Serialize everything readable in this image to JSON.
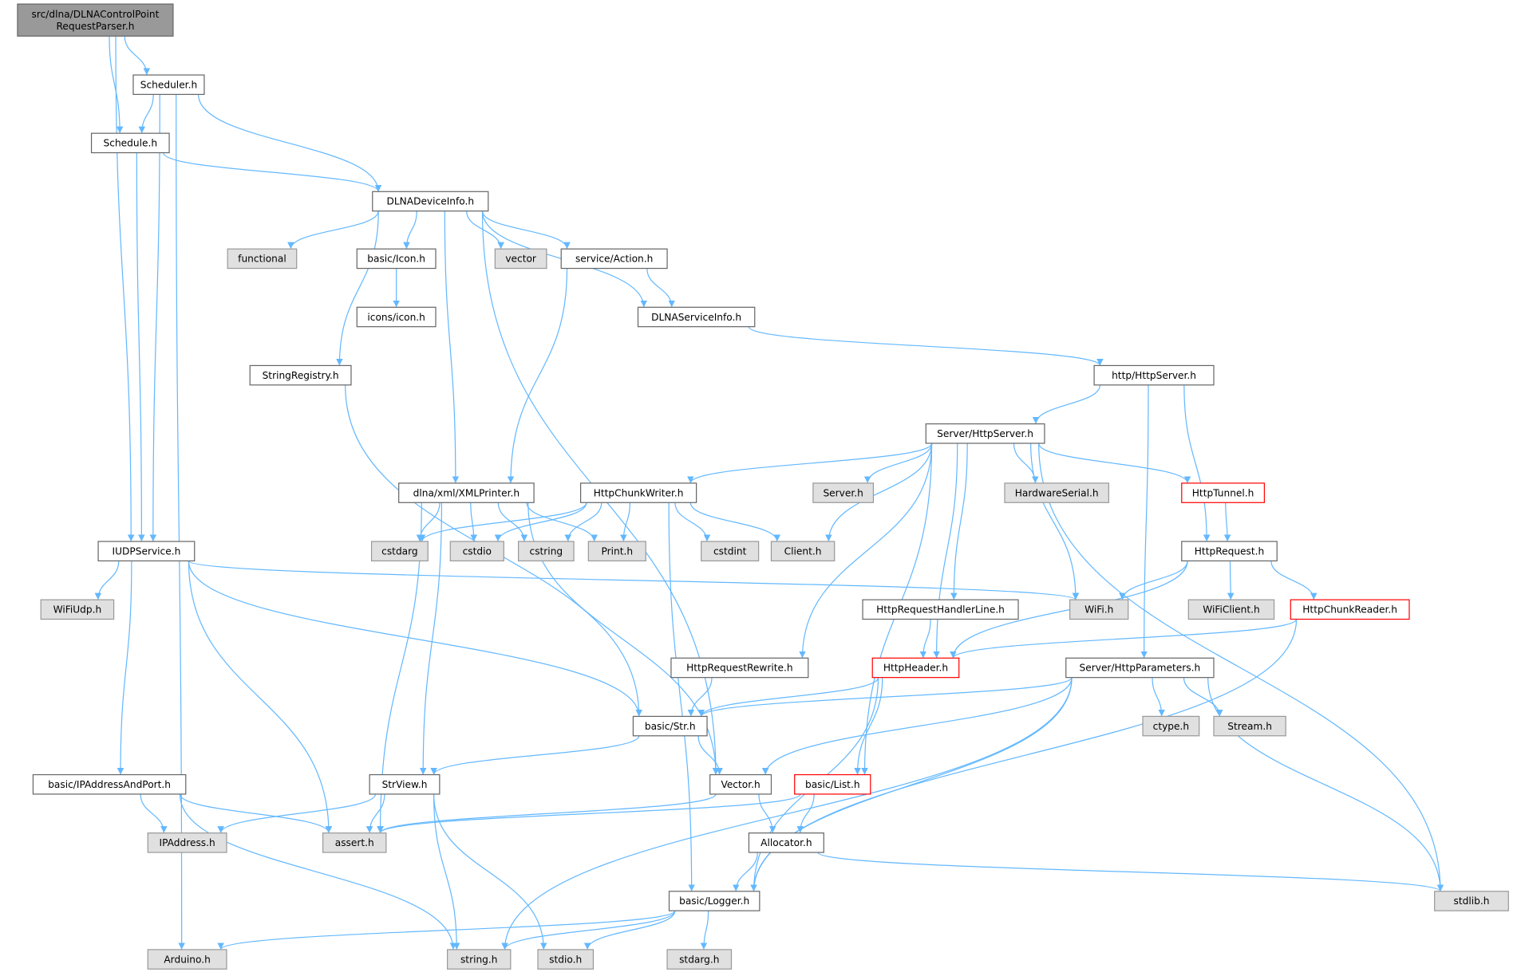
{
  "colors": {
    "edge": "#63b8ff",
    "border": "#666666",
    "external_fill": "#e0e0e0",
    "root_fill": "#999999",
    "incomplete_border": "#ff0000"
  },
  "nodes": [
    {
      "id": "root",
      "lines": [
        "src/dlna/DLNAControlPoint",
        "RequestParser.h"
      ],
      "style": "root"
    },
    {
      "id": "scheduler",
      "lines": [
        "Scheduler.h"
      ],
      "style": "white"
    },
    {
      "id": "schedule",
      "lines": [
        "Schedule.h"
      ],
      "style": "white"
    },
    {
      "id": "dlnadeviceinfo",
      "lines": [
        "DLNADeviceInfo.h"
      ],
      "style": "white"
    },
    {
      "id": "functional",
      "lines": [
        "functional"
      ],
      "style": "gray"
    },
    {
      "id": "basicicon",
      "lines": [
        "basic/Icon.h"
      ],
      "style": "white"
    },
    {
      "id": "vector",
      "lines": [
        "vector"
      ],
      "style": "gray"
    },
    {
      "id": "serviceaction",
      "lines": [
        "service/Action.h"
      ],
      "style": "white"
    },
    {
      "id": "iconsicon",
      "lines": [
        "icons/icon.h"
      ],
      "style": "white"
    },
    {
      "id": "dlnaserviceinfo",
      "lines": [
        "DLNAServiceInfo.h"
      ],
      "style": "white"
    },
    {
      "id": "stringregistry",
      "lines": [
        "StringRegistry.h"
      ],
      "style": "white"
    },
    {
      "id": "httphttpserver",
      "lines": [
        "http/HttpServer.h"
      ],
      "style": "white"
    },
    {
      "id": "serverhttpserver",
      "lines": [
        "Server/HttpServer.h"
      ],
      "style": "white"
    },
    {
      "id": "xmlprinter",
      "lines": [
        "dlna/xml/XMLPrinter.h"
      ],
      "style": "white"
    },
    {
      "id": "httpchunkwriter",
      "lines": [
        "HttpChunkWriter.h"
      ],
      "style": "white"
    },
    {
      "id": "serverh",
      "lines": [
        "Server.h"
      ],
      "style": "gray"
    },
    {
      "id": "hardwareserial",
      "lines": [
        "HardwareSerial.h"
      ],
      "style": "gray"
    },
    {
      "id": "httptunnel",
      "lines": [
        "HttpTunnel.h"
      ],
      "style": "red"
    },
    {
      "id": "iudpservice",
      "lines": [
        "IUDPService.h"
      ],
      "style": "white"
    },
    {
      "id": "cstdarg",
      "lines": [
        "cstdarg"
      ],
      "style": "gray"
    },
    {
      "id": "cstdio",
      "lines": [
        "cstdio"
      ],
      "style": "gray"
    },
    {
      "id": "cstring",
      "lines": [
        "cstring"
      ],
      "style": "gray"
    },
    {
      "id": "printh",
      "lines": [
        "Print.h"
      ],
      "style": "gray"
    },
    {
      "id": "cstdint",
      "lines": [
        "cstdint"
      ],
      "style": "gray"
    },
    {
      "id": "clienth",
      "lines": [
        "Client.h"
      ],
      "style": "gray"
    },
    {
      "id": "httprequest",
      "lines": [
        "HttpRequest.h"
      ],
      "style": "white"
    },
    {
      "id": "wifiudp",
      "lines": [
        "WiFiUdp.h"
      ],
      "style": "gray"
    },
    {
      "id": "wifih",
      "lines": [
        "WiFi.h"
      ],
      "style": "gray"
    },
    {
      "id": "wificlient",
      "lines": [
        "WiFiClient.h"
      ],
      "style": "gray"
    },
    {
      "id": "httpchunkreader",
      "lines": [
        "HttpChunkReader.h"
      ],
      "style": "red"
    },
    {
      "id": "handlerline",
      "lines": [
        "HttpRequestHandlerLine.h"
      ],
      "style": "white"
    },
    {
      "id": "rewrite",
      "lines": [
        "HttpRequestRewrite.h"
      ],
      "style": "white"
    },
    {
      "id": "httpheader",
      "lines": [
        "HttpHeader.h"
      ],
      "style": "red"
    },
    {
      "id": "httpparameters",
      "lines": [
        "Server/HttpParameters.h"
      ],
      "style": "white"
    },
    {
      "id": "basicstr",
      "lines": [
        "basic/Str.h"
      ],
      "style": "white"
    },
    {
      "id": "ctype",
      "lines": [
        "ctype.h"
      ],
      "style": "gray"
    },
    {
      "id": "stream",
      "lines": [
        "Stream.h"
      ],
      "style": "gray"
    },
    {
      "id": "ipaddressandport",
      "lines": [
        "basic/IPAddressAndPort.h"
      ],
      "style": "white"
    },
    {
      "id": "strview",
      "lines": [
        "StrView.h"
      ],
      "style": "white"
    },
    {
      "id": "vectorh",
      "lines": [
        "Vector.h"
      ],
      "style": "white"
    },
    {
      "id": "basiclist",
      "lines": [
        "basic/List.h"
      ],
      "style": "red"
    },
    {
      "id": "ipaddress",
      "lines": [
        "IPAddress.h"
      ],
      "style": "gray"
    },
    {
      "id": "assert",
      "lines": [
        "assert.h"
      ],
      "style": "gray"
    },
    {
      "id": "allocator",
      "lines": [
        "Allocator.h"
      ],
      "style": "white"
    },
    {
      "id": "stdlib",
      "lines": [
        "stdlib.h"
      ],
      "style": "gray"
    },
    {
      "id": "basiclogger",
      "lines": [
        "basic/Logger.h"
      ],
      "style": "white"
    },
    {
      "id": "arduino",
      "lines": [
        "Arduino.h"
      ],
      "style": "gray"
    },
    {
      "id": "stringh",
      "lines": [
        "string.h"
      ],
      "style": "gray"
    },
    {
      "id": "stdio",
      "lines": [
        "stdio.h"
      ],
      "style": "gray"
    },
    {
      "id": "stdarg",
      "lines": [
        "stdarg.h"
      ],
      "style": "gray"
    }
  ],
  "edges": [
    [
      "root",
      "scheduler"
    ],
    [
      "root",
      "schedule"
    ],
    [
      "root",
      "iudpservice"
    ],
    [
      "scheduler",
      "schedule"
    ],
    [
      "scheduler",
      "dlnadeviceinfo"
    ],
    [
      "scheduler",
      "iudpservice"
    ],
    [
      "scheduler",
      "arduino"
    ],
    [
      "schedule",
      "dlnadeviceinfo"
    ],
    [
      "schedule",
      "iudpservice"
    ],
    [
      "dlnadeviceinfo",
      "functional"
    ],
    [
      "dlnadeviceinfo",
      "basicicon"
    ],
    [
      "dlnadeviceinfo",
      "vector"
    ],
    [
      "dlnadeviceinfo",
      "serviceaction"
    ],
    [
      "dlnadeviceinfo",
      "dlnaserviceinfo"
    ],
    [
      "dlnadeviceinfo",
      "stringregistry"
    ],
    [
      "dlnadeviceinfo",
      "xmlprinter"
    ],
    [
      "dlnadeviceinfo",
      "vectorh"
    ],
    [
      "basicicon",
      "iconsicon"
    ],
    [
      "serviceaction",
      "dlnaserviceinfo"
    ],
    [
      "serviceaction",
      "xmlprinter"
    ],
    [
      "dlnaserviceinfo",
      "httphttpserver"
    ],
    [
      "stringregistry",
      "basicstr"
    ],
    [
      "httphttpserver",
      "serverhttpserver"
    ],
    [
      "httphttpserver",
      "httprequest"
    ],
    [
      "httphttpserver",
      "httpparameters"
    ],
    [
      "serverhttpserver",
      "httpchunkwriter"
    ],
    [
      "serverhttpserver",
      "clienth"
    ],
    [
      "serverhttpserver",
      "rewrite"
    ],
    [
      "serverhttpserver",
      "serverh"
    ],
    [
      "serverhttpserver",
      "basiclist"
    ],
    [
      "serverhttpserver",
      "handlerline"
    ],
    [
      "serverhttpserver",
      "hardwareserial"
    ],
    [
      "serverhttpserver",
      "httpheader"
    ],
    [
      "serverhttpserver",
      "httptunnel"
    ],
    [
      "serverhttpserver",
      "wifih"
    ],
    [
      "serverhttpserver",
      "stdlib"
    ],
    [
      "xmlprinter",
      "cstdarg"
    ],
    [
      "xmlprinter",
      "cstdio"
    ],
    [
      "xmlprinter",
      "cstring"
    ],
    [
      "xmlprinter",
      "printh"
    ],
    [
      "xmlprinter",
      "assert"
    ],
    [
      "xmlprinter",
      "strview"
    ],
    [
      "xmlprinter",
      "vectorh"
    ],
    [
      "httpchunkwriter",
      "cstdarg"
    ],
    [
      "httpchunkwriter",
      "cstdio"
    ],
    [
      "httpchunkwriter",
      "cstring"
    ],
    [
      "httpchunkwriter",
      "printh"
    ],
    [
      "httpchunkwriter",
      "cstdint"
    ],
    [
      "httpchunkwriter",
      "clienth"
    ],
    [
      "httpchunkwriter",
      "basiclogger"
    ],
    [
      "httptunnel",
      "httprequest"
    ],
    [
      "httprequest",
      "wifih"
    ],
    [
      "httprequest",
      "wificlient"
    ],
    [
      "httprequest",
      "httpchunkreader"
    ],
    [
      "httprequest",
      "httpheader"
    ],
    [
      "iudpservice",
      "wifiudp"
    ],
    [
      "iudpservice",
      "wifih"
    ],
    [
      "iudpservice",
      "basicstr"
    ],
    [
      "iudpservice",
      "ipaddressandport"
    ],
    [
      "iudpservice",
      "assert"
    ],
    [
      "httpchunkreader",
      "httpheader"
    ],
    [
      "httpchunkreader",
      "basiclogger"
    ],
    [
      "handlerline",
      "httpheader"
    ],
    [
      "rewrite",
      "basicstr"
    ],
    [
      "httpheader",
      "basicstr"
    ],
    [
      "httpheader",
      "basiclist"
    ],
    [
      "httpheader",
      "basiclogger"
    ],
    [
      "httpparameters",
      "basicstr"
    ],
    [
      "httpparameters",
      "ctype"
    ],
    [
      "httpparameters",
      "stream"
    ],
    [
      "httpparameters",
      "vectorh"
    ],
    [
      "httpparameters",
      "basiclogger"
    ],
    [
      "httpparameters",
      "stringh"
    ],
    [
      "httpparameters",
      "stdlib"
    ],
    [
      "basicstr",
      "strview"
    ],
    [
      "basicstr",
      "vectorh"
    ],
    [
      "ipaddressandport",
      "ipaddress"
    ],
    [
      "ipaddressandport",
      "assert"
    ],
    [
      "ipaddressandport",
      "stringh"
    ],
    [
      "strview",
      "ipaddress"
    ],
    [
      "strview",
      "assert"
    ],
    [
      "strview",
      "stringh"
    ],
    [
      "strview",
      "stdio"
    ],
    [
      "vectorh",
      "assert"
    ],
    [
      "vectorh",
      "allocator"
    ],
    [
      "basiclist",
      "assert"
    ],
    [
      "basiclist",
      "allocator"
    ],
    [
      "allocator",
      "basiclogger"
    ],
    [
      "allocator",
      "stdlib"
    ],
    [
      "basiclogger",
      "arduino"
    ],
    [
      "basiclogger",
      "stringh"
    ],
    [
      "basiclogger",
      "stdio"
    ],
    [
      "basiclogger",
      "stdarg"
    ]
  ]
}
